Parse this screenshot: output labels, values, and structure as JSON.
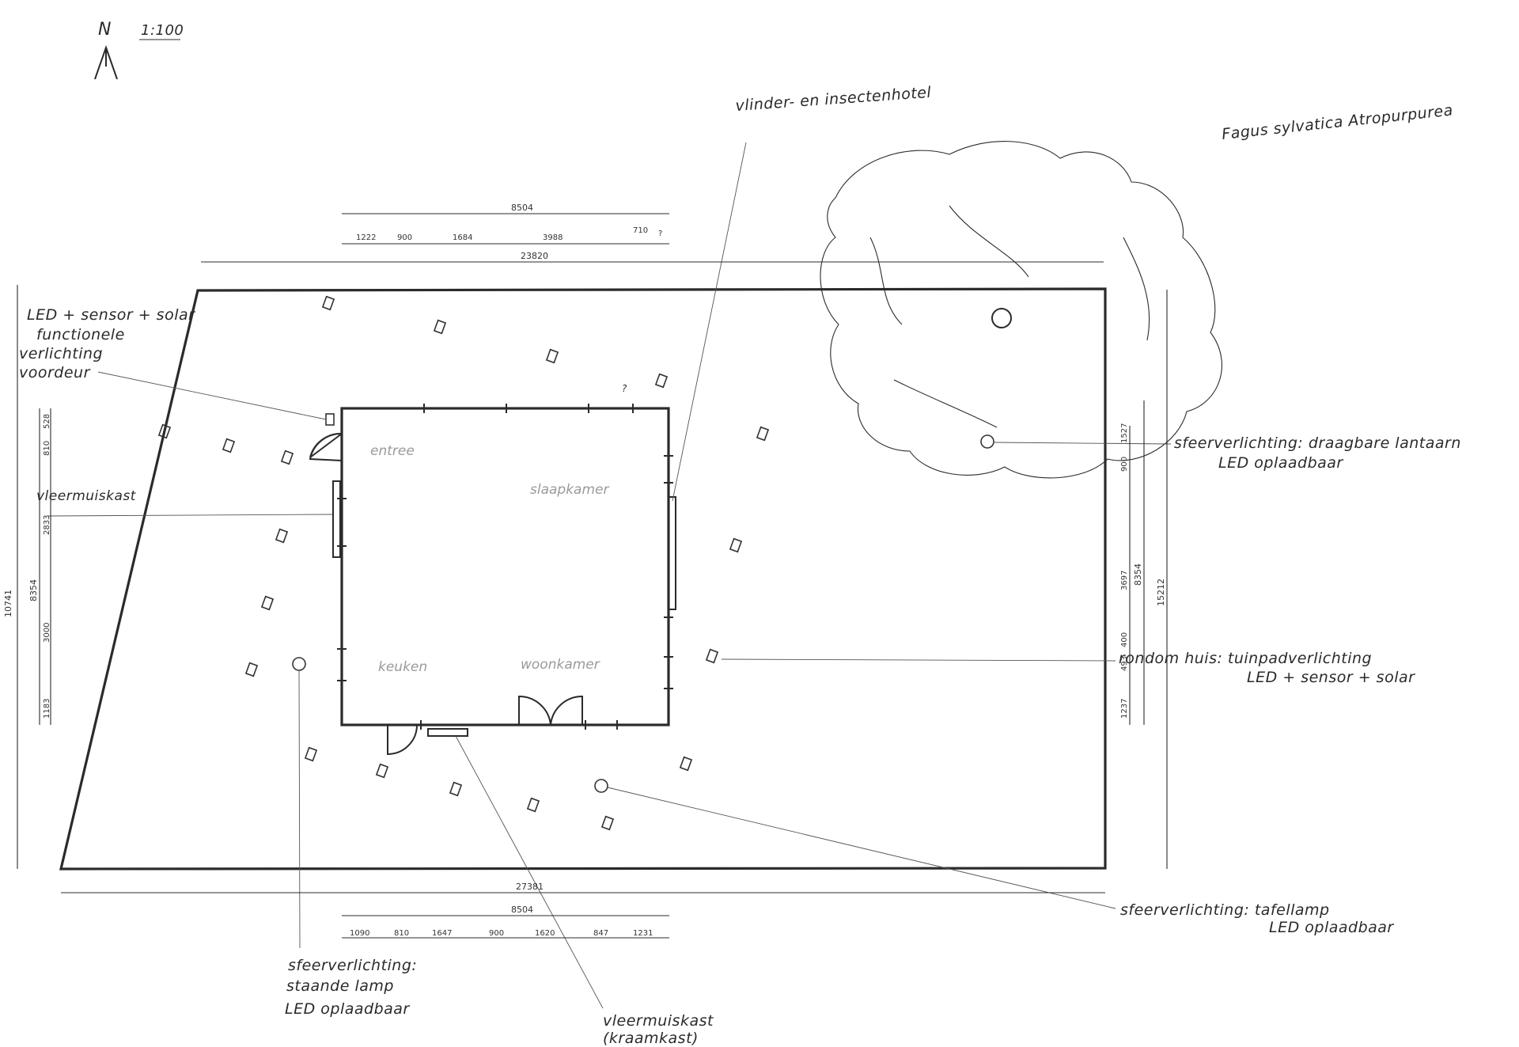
{
  "header": {
    "north": "N",
    "scale": "1:100"
  },
  "tree_name": "Fagus sylvatica Atropurpurea",
  "rooms": {
    "entree": "entree",
    "slaapkamer": "slaapkamer",
    "keuken": "keuken",
    "woonkamer": "woonkamer"
  },
  "labels": {
    "insect_hotel": "vlinder- en insectenhotel",
    "front_door": [
      "LED + sensor + solar",
      "functionele",
      "verlichting",
      "voordeur"
    ],
    "bat_box_west": "vleermuiskast",
    "lantern": [
      "sfeerverlichting: draagbare lantaarn",
      "LED oplaadbaar"
    ],
    "garden_path": [
      "rondom huis: tuinpadverlichting",
      "LED + sensor + solar"
    ],
    "table_lamp": [
      "sfeerverlichting: tafellamp",
      "LED oplaadbaar"
    ],
    "standing_lamp": [
      "sfeerverlichting:",
      "staande lamp",
      "LED oplaadbaar"
    ],
    "bat_box_south": [
      "vleermuiskast",
      "(kraamkast)"
    ],
    "question_mark": "?"
  },
  "dimensions": {
    "top_total": "8504",
    "top_segments": [
      "1222",
      "900",
      "1684",
      "3988",
      "710"
    ],
    "top_question": "?",
    "plot_width_top": "23820",
    "plot_width_bottom": "27381",
    "bottom_total": "8504",
    "bottom_segments": [
      "1090",
      "810",
      "1647",
      "900",
      "1620",
      "847",
      "1231"
    ],
    "left_outer": "10741",
    "left_house": "8354",
    "left_segments": [
      "528",
      "810",
      "2833",
      "3000",
      "1183"
    ],
    "right_outer": "15212",
    "right_house": "8354",
    "right_segments": [
      "1527",
      "900",
      "3697",
      "400",
      "493",
      "1237"
    ]
  }
}
